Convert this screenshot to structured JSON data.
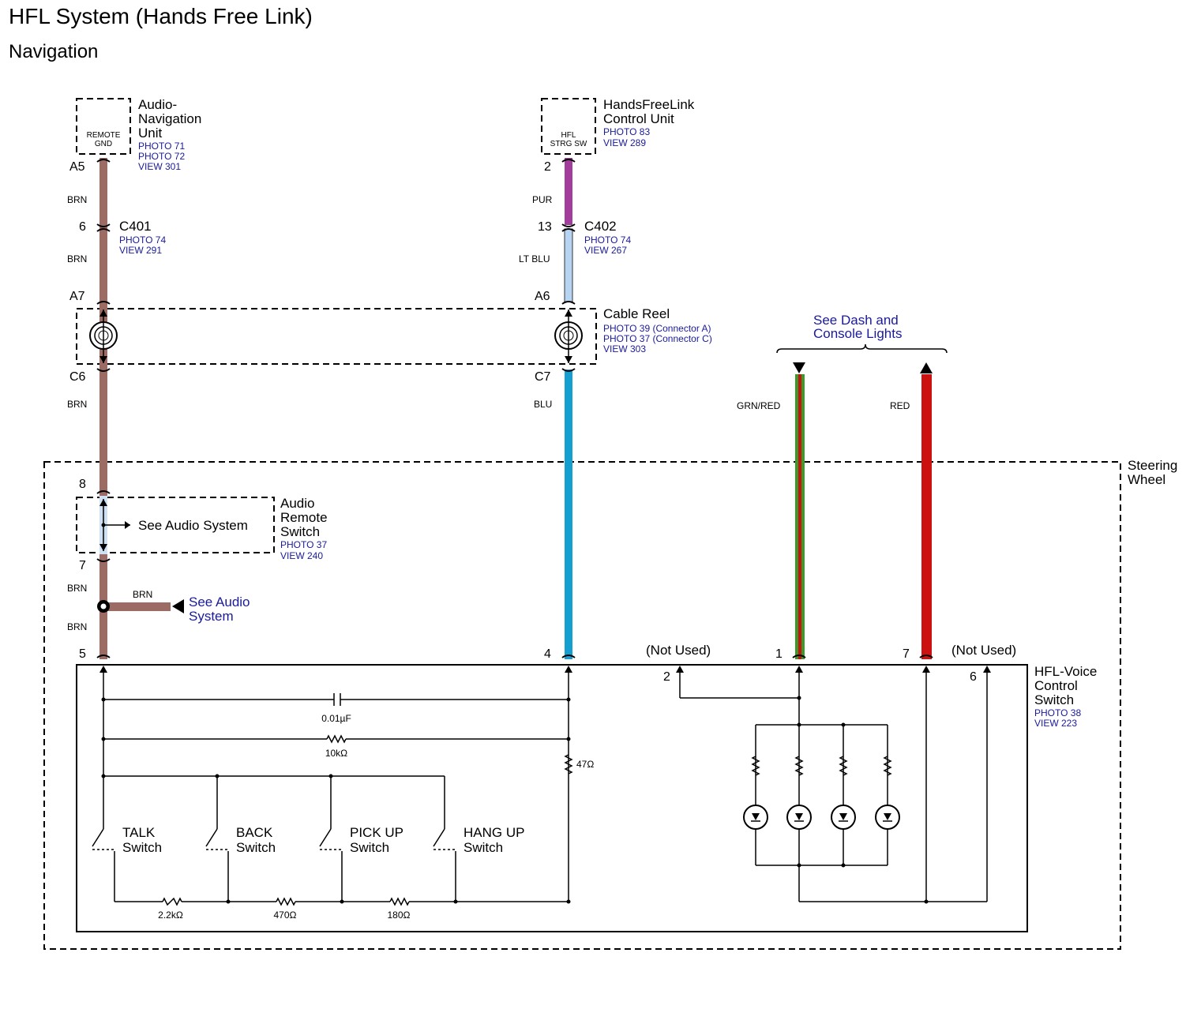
{
  "title": "HFL System (Hands Free Link)",
  "subtitle": "Navigation",
  "audio_nav": {
    "box_line1": "REMOTE",
    "box_line2": "GND",
    "name1": "Audio-",
    "name2": "Navigation",
    "name3": "Unit",
    "ref1": "PHOTO 71",
    "ref2": "PHOTO 72",
    "ref3": "VIEW 301"
  },
  "hfl_unit": {
    "box_line1": "HFL",
    "box_line2": "STRG SW",
    "name1": "HandsFreeLink",
    "name2": "Control Unit",
    "ref1": "PHOTO 83",
    "ref2": "VIEW 289"
  },
  "c401": {
    "name": "C401",
    "ref1": "PHOTO 74",
    "ref2": "VIEW 291"
  },
  "c402": {
    "name": "C402",
    "ref1": "PHOTO 74",
    "ref2": "VIEW 267"
  },
  "cable_reel": {
    "name": "Cable Reel",
    "ref1": "PHOTO 39 (Connector A)",
    "ref2": "PHOTO 37 (Connector C)",
    "ref3": "VIEW 303"
  },
  "dash_lights": {
    "line1": "See Dash and",
    "line2": "Console Lights"
  },
  "steering": {
    "line1": "Steering",
    "line2": "Wheel"
  },
  "audio_remote": {
    "see": "See Audio System",
    "name1": "Audio",
    "name2": "Remote",
    "name3": "Switch",
    "ref1": "PHOTO 37",
    "ref2": "VIEW 240"
  },
  "see_audio": {
    "line1": "See Audio",
    "line2": "System"
  },
  "hfl_voice": {
    "name1": "HFL-Voice",
    "name2": "Control",
    "name3": "Switch",
    "ref1": "PHOTO 38",
    "ref2": "VIEW 223"
  },
  "pins": {
    "a5": "A5",
    "p6": "6",
    "a7": "A7",
    "c6": "C6",
    "p8": "8",
    "p7": "7",
    "p5": "5",
    "p2": "2",
    "p13": "13",
    "a6": "A6",
    "c7": "C7",
    "p4": "4",
    "sw2": "2",
    "sw1": "1",
    "sw7": "7",
    "sw6": "6"
  },
  "wires": {
    "brn": "BRN",
    "pur": "PUR",
    "ltblu": "LT BLU",
    "blu": "BLU",
    "grnred": "GRN/RED",
    "red": "RED"
  },
  "not_used": "(Not Used)",
  "components": {
    "cap": "0.01µF",
    "r10k": "10kΩ",
    "r47": "47Ω",
    "r22k": "2.2kΩ",
    "r470": "470Ω",
    "r180": "180Ω"
  },
  "switches": {
    "talk1": "TALK",
    "talk2": "Switch",
    "back1": "BACK",
    "back2": "Switch",
    "pick1": "PICK UP",
    "pick2": "Switch",
    "hang1": "HANG UP",
    "hang2": "Switch"
  },
  "colors": {
    "brn": "#9c6b63",
    "pur": "#a23d9c",
    "ltblu": "#b7d5f2",
    "blu": "#159fd1",
    "grn": "#3a9a2a",
    "red": "#cc1111",
    "panel": "#cfe0f2"
  }
}
